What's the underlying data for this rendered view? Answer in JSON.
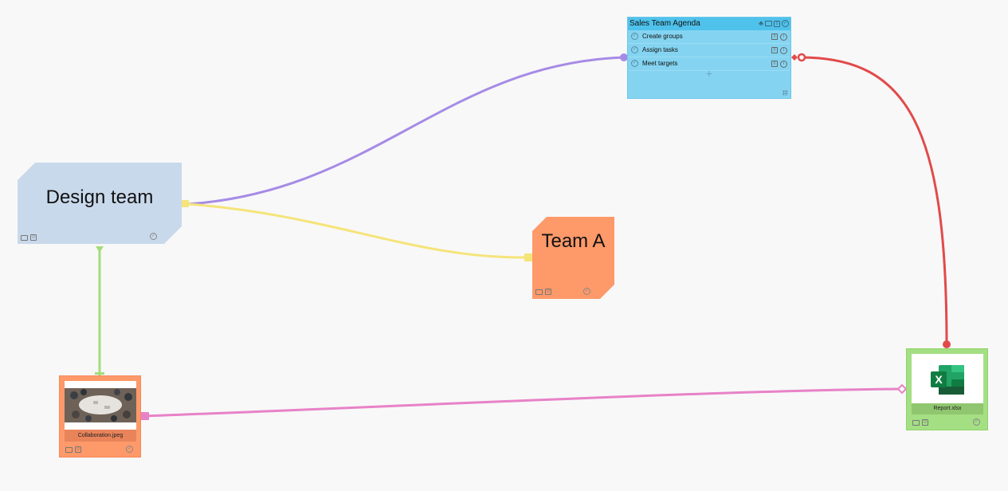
{
  "nodes": {
    "design_team": {
      "title": "Design team"
    },
    "team_a": {
      "title": "Team A"
    },
    "agenda": {
      "title": "Sales Team Agenda",
      "items": [
        {
          "label": "Create groups"
        },
        {
          "label": "Assign tasks"
        },
        {
          "label": "Meet targets"
        }
      ],
      "add_symbol": "+"
    },
    "collaboration": {
      "caption": "Collaboration.jpeg"
    },
    "report": {
      "caption": "Report.xlsx"
    }
  },
  "colors": {
    "canvas": "#f8f8f8",
    "design_team": "#c9d9ec",
    "team_a": "#fe9969",
    "agenda_header": "#4fc2ec",
    "agenda_body": "#84d4f1",
    "collaboration": "#fe9969",
    "report": "#a4df83",
    "link_purple": "#a68be6",
    "link_yellow": "#f5e47a",
    "link_green": "#a4dc7a",
    "link_red": "#e24a4a",
    "link_pink": "#e882c8"
  },
  "icons": {
    "comment": "comment-icon",
    "attachment_box": "box-icon",
    "check": "check-circle-icon",
    "info": "info-icon",
    "tree": "tree-icon",
    "excel": "excel-logo-icon"
  }
}
